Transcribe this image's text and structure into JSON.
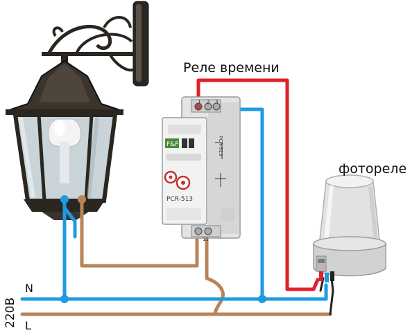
{
  "labels": {
    "relay": "Реле времени",
    "photo": "фотореле",
    "neutral": "N",
    "line": "L",
    "voltage": "220В",
    "relay_model": "PCR-513",
    "relay_model_side": "PCR-513",
    "relay_brand": "F&F",
    "relay_terminal_1": "1",
    "relay_terminal_2": "2",
    "relay_terminal_3": "3",
    "relay_terminal_11": "11"
  },
  "colors": {
    "neutral_wire": "#1e9be0",
    "line_wire": "#b8845a",
    "control_wire": "#e0202a",
    "phase_wire_dark": "#222222",
    "lamp_metal": "#2b2620",
    "relay_body": "#eeeeee",
    "photo_body": "#dcdcdc"
  },
  "icons": {
    "lamp": "street-lamp-icon",
    "relay": "time-relay-icon",
    "photo_relay": "photo-relay-icon"
  }
}
